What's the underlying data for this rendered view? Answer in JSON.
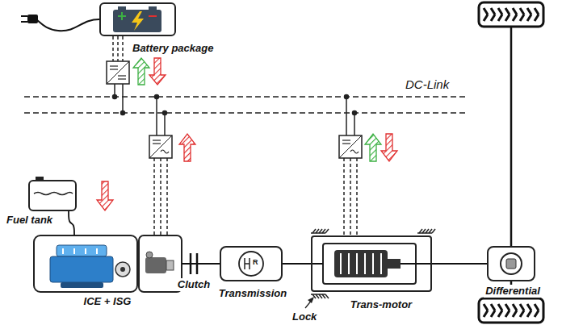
{
  "diagram": {
    "nodes": [
      {
        "text": [
          "Battery package"
        ]
      },
      {
        "text": [
          "Fuel tank"
        ]
      },
      {
        "text": [
          "ICE + ISG"
        ]
      },
      {
        "text": [
          "Transmission"
        ]
      },
      {
        "text": [
          "Trans-motor"
        ]
      },
      {
        "text": [
          "Differential"
        ]
      }
    ],
    "edges": [
      {
        "from": 1,
        "to": 2,
        "arrow": "none"
      },
      {
        "from": 2,
        "to": 3,
        "arrow": "none"
      },
      {
        "from": 3,
        "to": 4,
        "arrow": "none"
      },
      {
        "from": 4,
        "to": 5,
        "arrow": "none"
      }
    ],
    "labels": [
      "DC-Link",
      "Clutch",
      "Lock",
      "R"
    ]
  }
}
